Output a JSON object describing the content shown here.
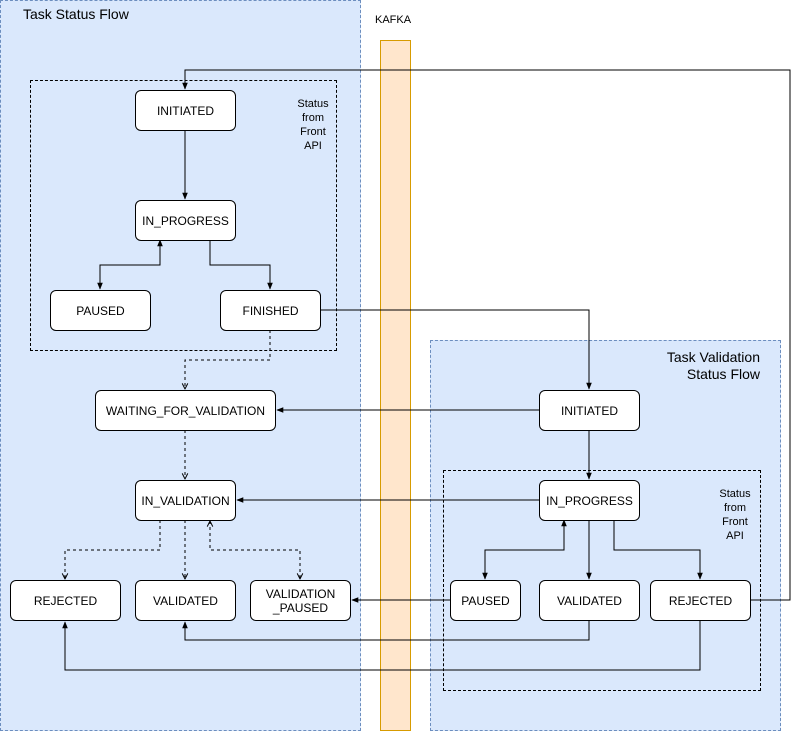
{
  "groups": {
    "task_flow_title": "Task Status Flow",
    "validation_flow_title": "Task Validation\nStatus Flow",
    "kafka_label": "KAFKA"
  },
  "notes": {
    "status_from_front_api": "Status\nfrom\nFront\nAPI"
  },
  "task_flow": {
    "initiated": "INITIATED",
    "in_progress": "IN_PROGRESS",
    "paused": "PAUSED",
    "finished": "FINISHED",
    "waiting_for_validation": "WAITING_FOR_VALIDATION",
    "in_validation": "IN_VALIDATION",
    "rejected": "REJECTED",
    "validated": "VALIDATED",
    "validation_paused": "VALIDATION\n_PAUSED"
  },
  "validation_flow": {
    "initiated": "INITIATED",
    "in_progress": "IN_PROGRESS",
    "paused": "PAUSED",
    "validated": "VALIDATED",
    "rejected": "REJECTED"
  },
  "colors": {
    "group_fill": "#dae8fc",
    "group_border": "#6c8ebf",
    "kafka_fill": "#ffe6cc",
    "kafka_border": "#d79b00"
  }
}
